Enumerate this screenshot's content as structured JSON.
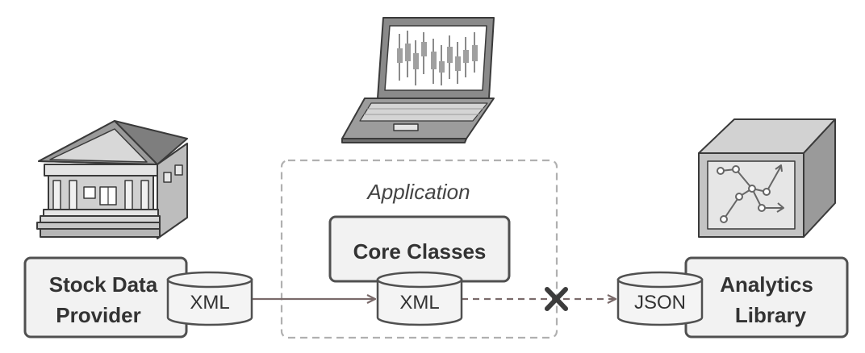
{
  "provider": {
    "line1": "Stock Data",
    "line2": "Provider"
  },
  "provider_format": "XML",
  "application": {
    "label": "Application"
  },
  "core": {
    "label": "Core Classes",
    "format": "XML"
  },
  "library": {
    "line1": "Analytics",
    "line2": "Library",
    "format": "JSON"
  },
  "colors": {
    "stroke": "#505050",
    "box_fill": "#f2f2f2",
    "db_fill": "#f4f4f4",
    "arrow": "#7a6a6a",
    "dashed_border": "#b0b0b0",
    "x_mark": "#3c3c3c"
  },
  "icons": [
    "bank-building-icon",
    "laptop-chart-icon",
    "analytics-box-icon",
    "blocked-x-icon"
  ]
}
